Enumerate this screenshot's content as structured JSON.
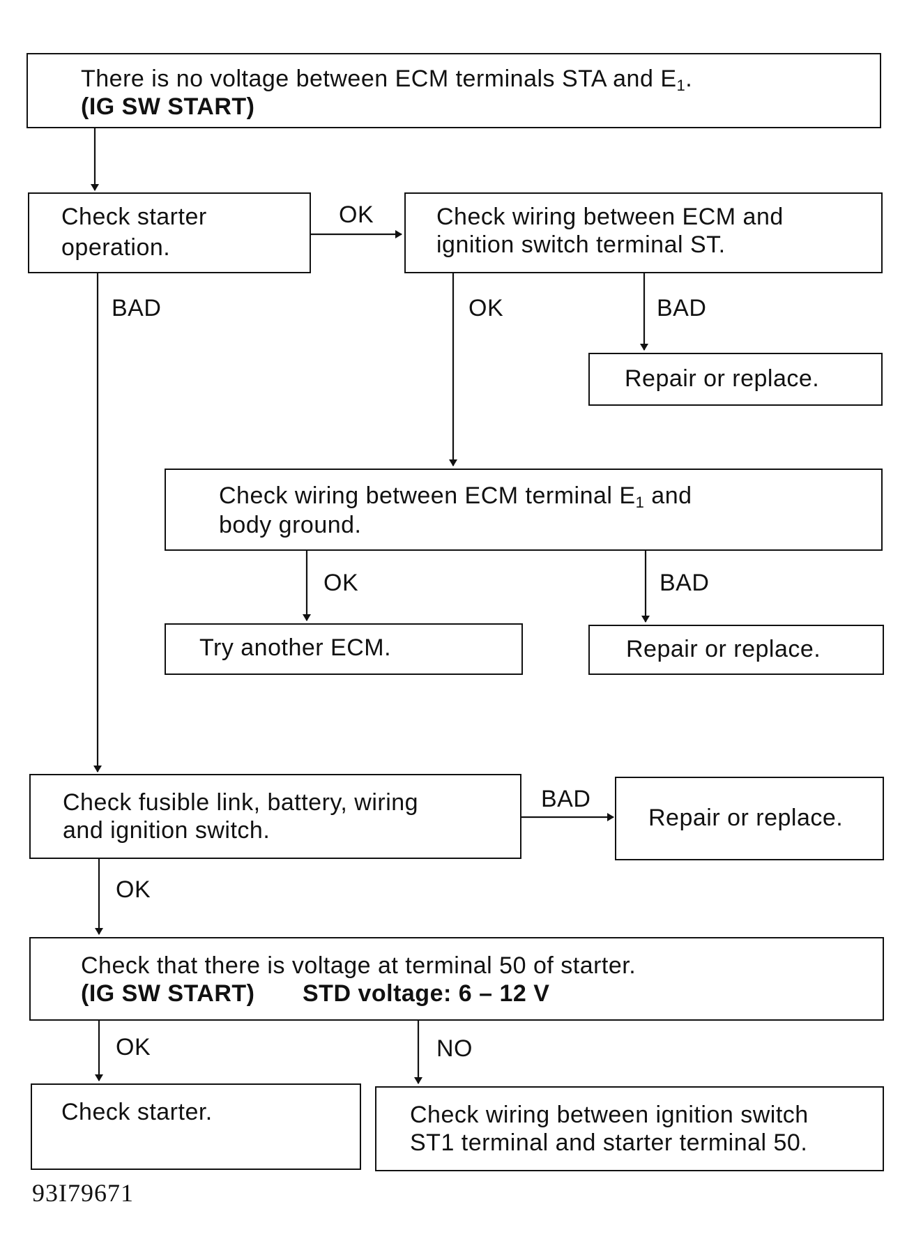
{
  "top": {
    "line1": "There is no voltage between ECM terminals STA and E",
    "sub": "1",
    "line1_end": ".",
    "line2": "(IG SW START)"
  },
  "starter_op": {
    "line1": "Check starter",
    "line2": "operation."
  },
  "wiring_st": {
    "line1": "Check wiring between ECM and",
    "line2": "ignition switch terminal ST."
  },
  "repair1": {
    "text": "Repair or replace."
  },
  "wiring_e1": {
    "line1": "Check wiring between ECM terminal E",
    "sub": "1",
    "line1_end": " and",
    "line2": "body ground."
  },
  "try_ecm": {
    "text": "Try another ECM."
  },
  "repair2": {
    "text": "Repair or replace."
  },
  "fusible": {
    "line1": "Check fusible link, battery, wiring",
    "line2": "and ignition switch."
  },
  "repair3": {
    "text": "Repair or replace."
  },
  "voltage50": {
    "line1": "Check that there is voltage at terminal 50 of starter.",
    "line2a": "(IG SW START)",
    "line2b": "STD voltage: 6 – 12 V"
  },
  "check_starter": {
    "text": "Check starter."
  },
  "wiring_st1": {
    "line1": "Check wiring between ignition switch",
    "line2": "ST1 terminal and starter terminal 50."
  },
  "labels": {
    "ok1": "OK",
    "bad1": "BAD",
    "ok2": "OK",
    "bad2": "BAD",
    "ok3": "OK",
    "bad3": "BAD",
    "bad4": "BAD",
    "ok4": "OK",
    "ok5": "OK",
    "no5": "NO"
  },
  "figure_code": "93I79671"
}
